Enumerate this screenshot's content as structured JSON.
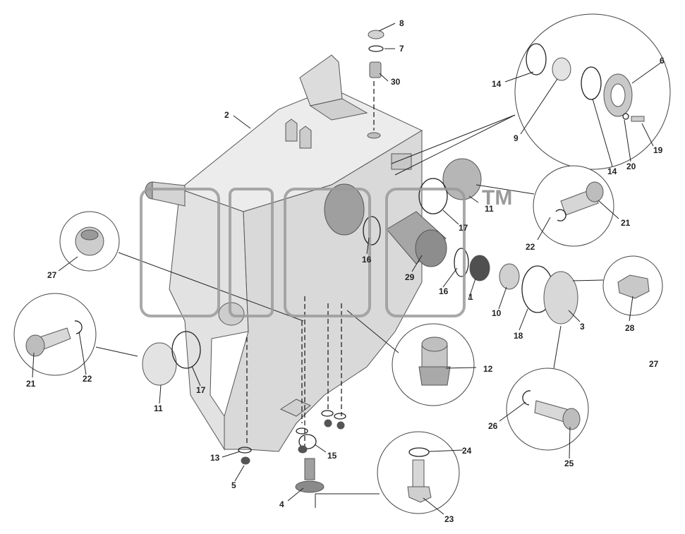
{
  "diagram": {
    "labels": {
      "l1": "1",
      "l2": "2",
      "l3": "3",
      "l4": "4",
      "l5": "5",
      "l6": "6",
      "l7": "7",
      "l8": "8",
      "l9": "9",
      "l10": "10",
      "l11a": "11",
      "l11b": "11",
      "l12": "12",
      "l13": "13",
      "l14a": "14",
      "l14b": "14",
      "l15": "15",
      "l16a": "16",
      "l16b": "16",
      "l17a": "17",
      "l17b": "17",
      "l18": "18",
      "l19": "19",
      "l20": "20",
      "l21a": "21",
      "l21b": "21",
      "l22a": "22",
      "l22b": "22",
      "l23": "23",
      "l24": "24",
      "l25": "25",
      "l26": "26",
      "l27a": "27",
      "l27b": "27",
      "l28": "28",
      "l29": "29",
      "l30": "30"
    }
  },
  "watermark": {
    "text": "ТМ"
  },
  "colors": {
    "part_fill": "#e6e6e6",
    "part_dark": "#b5b5b5",
    "line": "#222222",
    "watermark": "#9a9a9a"
  }
}
